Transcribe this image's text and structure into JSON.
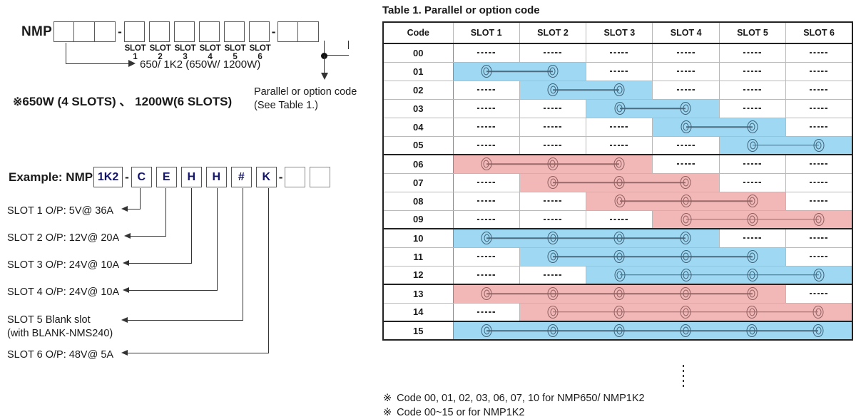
{
  "part_number": {
    "prefix": "NMP",
    "series_boxes": 3,
    "slot_boxes": 6,
    "option_boxes": 2,
    "separator": "-",
    "slot_labels": [
      "SLOT 1",
      "SLOT 2",
      "SLOT 3",
      "SLOT 4",
      "SLOT 5",
      "SLOT 6"
    ],
    "series_note": "650/ 1K2 (650W/ 1200W)",
    "option_note_line1": "Parallel or option code",
    "option_note_line2": "(See Table 1.)",
    "wattage_note": "650W (4 SLOTS) 、 1200W(6 SLOTS)",
    "note_symbol": "※"
  },
  "example": {
    "label": "Example: NMP",
    "series": "1K2",
    "separator": "-",
    "slots": [
      "C",
      "E",
      "H",
      "H",
      "#",
      "K"
    ],
    "option_blank_boxes": 2,
    "descriptions": [
      {
        "slot": "SLOT 1",
        "text": "SLOT 1  O/P: 5V@ 36A"
      },
      {
        "slot": "SLOT 2",
        "text": "SLOT 2  O/P: 12V@ 20A"
      },
      {
        "slot": "SLOT 3",
        "text": "SLOT 3  O/P: 24V@ 10A"
      },
      {
        "slot": "SLOT 4",
        "text": "SLOT 4  O/P: 24V@ 10A"
      },
      {
        "slot": "SLOT 5",
        "text": "SLOT 5  Blank slot"
      },
      {
        "slot": "SLOT 5b",
        "text": "(with BLANK-NMS240)"
      },
      {
        "slot": "SLOT 6",
        "text": "SLOT 6  O/P: 48V@ 5A"
      }
    ]
  },
  "table": {
    "title": "Table 1. Parallel or option code",
    "columns": [
      "Code",
      "SLOT 1",
      "SLOT 2",
      "SLOT 3",
      "SLOT 4",
      "SLOT 5",
      "SLOT 6"
    ],
    "empty_marker": "-----",
    "colors": {
      "blue": "#9ed8f2",
      "pink": "#f2b7b7",
      "blue_line": "#4a6b80",
      "pink_line": "#9a6a6a"
    },
    "rows": [
      {
        "code": "00",
        "group_start": false,
        "spans": []
      },
      {
        "code": "01",
        "group_start": false,
        "spans": [
          {
            "start": 1,
            "len": 2,
            "color": "blue"
          }
        ]
      },
      {
        "code": "02",
        "group_start": false,
        "spans": [
          {
            "start": 2,
            "len": 2,
            "color": "blue"
          }
        ]
      },
      {
        "code": "03",
        "group_start": false,
        "spans": [
          {
            "start": 3,
            "len": 2,
            "color": "blue"
          }
        ]
      },
      {
        "code": "04",
        "group_start": false,
        "spans": [
          {
            "start": 4,
            "len": 2,
            "color": "blue"
          }
        ]
      },
      {
        "code": "05",
        "group_start": false,
        "spans": [
          {
            "start": 5,
            "len": 2,
            "color": "blue"
          }
        ]
      },
      {
        "code": "06",
        "group_start": true,
        "spans": [
          {
            "start": 1,
            "len": 3,
            "color": "pink"
          }
        ]
      },
      {
        "code": "07",
        "group_start": false,
        "spans": [
          {
            "start": 2,
            "len": 3,
            "color": "pink"
          }
        ]
      },
      {
        "code": "08",
        "group_start": false,
        "spans": [
          {
            "start": 3,
            "len": 3,
            "color": "pink"
          }
        ]
      },
      {
        "code": "09",
        "group_start": false,
        "spans": [
          {
            "start": 4,
            "len": 3,
            "color": "pink"
          }
        ]
      },
      {
        "code": "10",
        "group_start": true,
        "spans": [
          {
            "start": 1,
            "len": 4,
            "color": "blue"
          }
        ]
      },
      {
        "code": "11",
        "group_start": false,
        "spans": [
          {
            "start": 2,
            "len": 4,
            "color": "blue"
          }
        ]
      },
      {
        "code": "12",
        "group_start": false,
        "spans": [
          {
            "start": 3,
            "len": 4,
            "color": "blue"
          }
        ]
      },
      {
        "code": "13",
        "group_start": true,
        "spans": [
          {
            "start": 1,
            "len": 5,
            "color": "pink"
          }
        ]
      },
      {
        "code": "14",
        "group_start": false,
        "spans": [
          {
            "start": 2,
            "len": 5,
            "color": "pink"
          }
        ]
      },
      {
        "code": "15",
        "group_start": true,
        "spans": [
          {
            "start": 1,
            "len": 6,
            "color": "blue"
          }
        ]
      }
    ]
  },
  "footnotes": [
    {
      "symbol": "※",
      "text": "Code 00, 01, 02, 03, 06, 07, 10 for NMP650/ NMP1K2"
    },
    {
      "symbol": "※",
      "text": "Code 00~15 or for NMP1K2"
    }
  ]
}
